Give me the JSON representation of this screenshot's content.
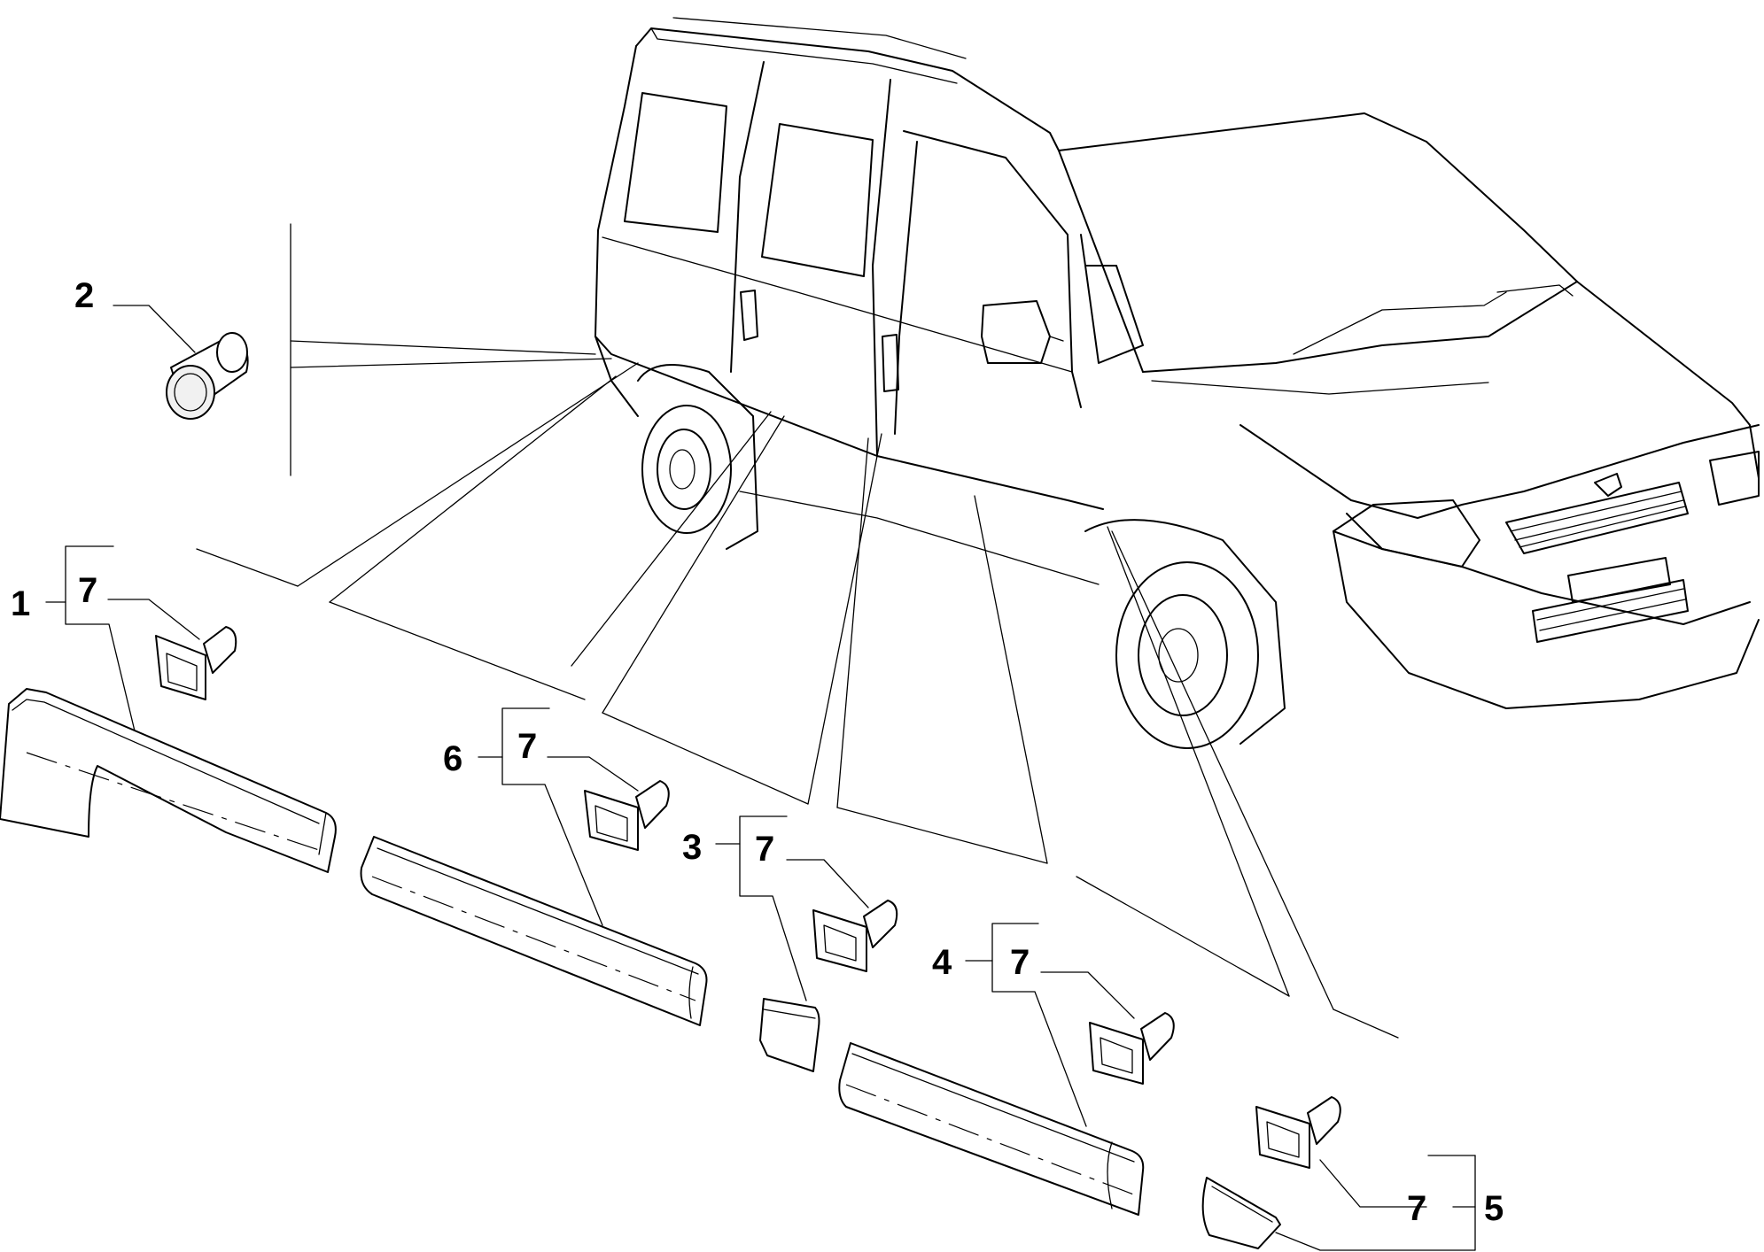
{
  "callouts": [
    {
      "id": "c1",
      "text": "1"
    },
    {
      "id": "c2",
      "text": "2"
    },
    {
      "id": "c3",
      "text": "3"
    },
    {
      "id": "c4",
      "text": "4"
    },
    {
      "id": "c5",
      "text": "5"
    },
    {
      "id": "c6",
      "text": "6"
    },
    {
      "id": "c7a",
      "text": "7"
    },
    {
      "id": "c7b",
      "text": "7"
    },
    {
      "id": "c7c",
      "text": "7"
    },
    {
      "id": "c7d",
      "text": "7"
    },
    {
      "id": "c7e",
      "text": "7"
    }
  ]
}
